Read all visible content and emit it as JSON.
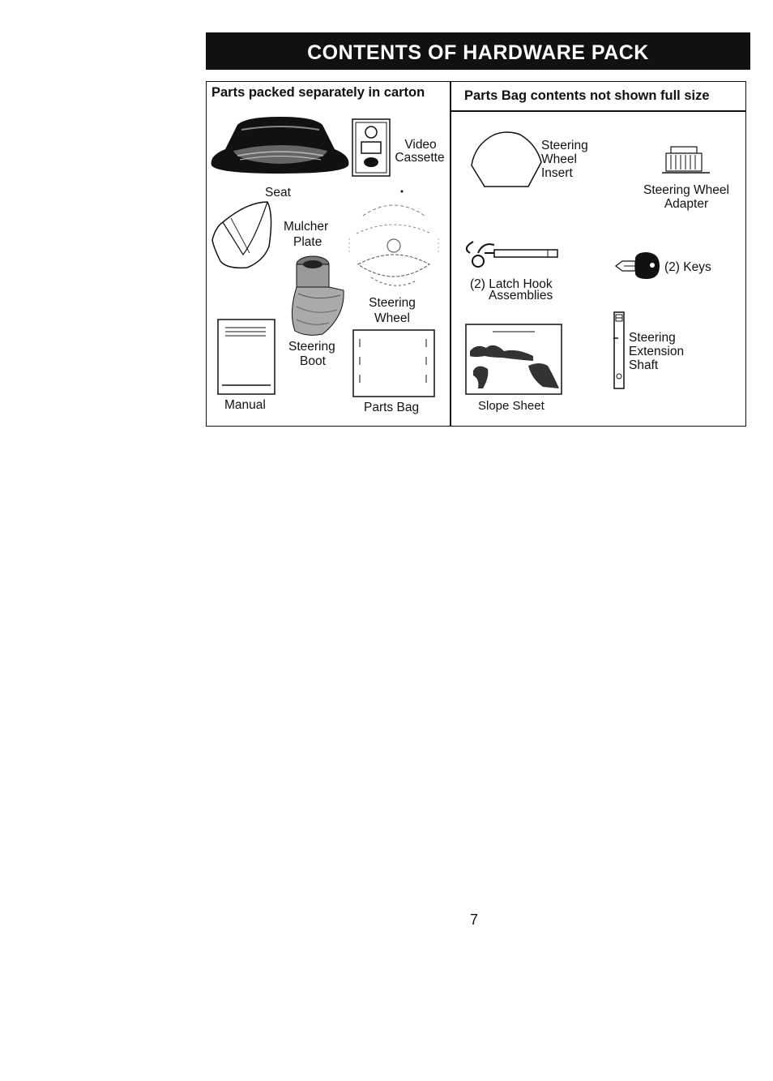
{
  "title": "CONTENTS OF HARDWARE PACK",
  "left_header": "Parts packed separately in carton",
  "right_header": "Parts Bag contents not shown full size",
  "left_items": {
    "seat": "Seat",
    "video_line1": "Video",
    "video_line2": "Cassette",
    "mulcher_line1": "Mulcher",
    "mulcher_line2": "Plate",
    "wheel_line1": "Steering",
    "wheel_line2": "Wheel",
    "boot_line1": "Steering",
    "boot_line2": "Boot",
    "manual": "Manual",
    "parts_bag": "Parts Bag"
  },
  "right_items": {
    "insert_line1": "Steering",
    "insert_line2": "Wheel",
    "insert_line3": "Insert",
    "adapter_line1": "Steering Wheel",
    "adapter_line2": "Adapter",
    "latch_line1": "(2) Latch Hook",
    "latch_line2": "Assemblies",
    "keys": "(2) Keys",
    "slope_sheet": "Slope Sheet",
    "shaft_line1": "Steering",
    "shaft_line2": "Extension",
    "shaft_line3": "Shaft"
  },
  "page_number": "7",
  "colors": {
    "ink": "#111111",
    "paper": "#ffffff"
  }
}
